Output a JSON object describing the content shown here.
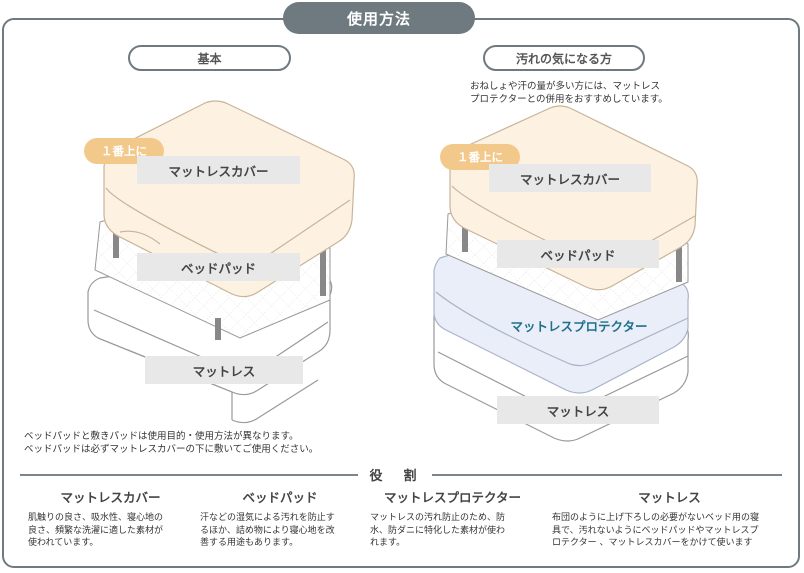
{
  "header": {
    "title": "使用方法"
  },
  "basic": {
    "heading": "基本",
    "badge": "１番上に",
    "labels": {
      "cover": "マットレスカバー",
      "pad": "ベッドパッド",
      "mattress": "マットレス"
    },
    "note_lines": [
      "ベッドパッドと敷きパッドは使用目的・使用方法が異なります。",
      "ベッドパッドは必ずマットレスカバーの下に敷いてご使用ください。"
    ]
  },
  "dirt": {
    "heading": "汚れの気になる方",
    "intro_lines": [
      "おねしょや汗の量が多い方には、マットレス",
      "プロテクターとの併用をおすすめしています。"
    ],
    "badge": "１番上に",
    "labels": {
      "cover": "マットレスカバー",
      "pad": "ベッドパッド",
      "protector": "マットレスプロテクター",
      "mattress": "マットレス"
    }
  },
  "roles": {
    "title": "役　割",
    "items": [
      {
        "name": "マットレスカバー",
        "desc_lines": [
          "肌触りの良さ、吸水性、寝心地の",
          "良さ、頻繁な洗濯に適した素材が",
          "使われています。"
        ]
      },
      {
        "name": "ベッドパッド",
        "desc_lines": [
          "汗などの湿気による汚れを防止す",
          "るほか、詰め物により寝心地を改",
          "善する用途もあります。"
        ]
      },
      {
        "name": "マットレスプロテクター",
        "desc_lines": [
          "マットレスの汚れ防止のため、防",
          "水、防ダニに特化した素材が使わ",
          "れます。"
        ]
      },
      {
        "name": "マットレス",
        "desc_lines": [
          "布団のように上げ下ろしの必要がないベッド用の寝",
          "具で、汚れないようにベッドパッドやマットレスプ",
          "ロテクター 、マットレスカバーをかけて使います"
        ]
      }
    ]
  },
  "colors": {
    "frame": "#6e7a80",
    "cover": "#fdf1e2",
    "protector": "#e9eef8",
    "badge": "#f3c98b",
    "protector_text": "#1f6f8b"
  }
}
